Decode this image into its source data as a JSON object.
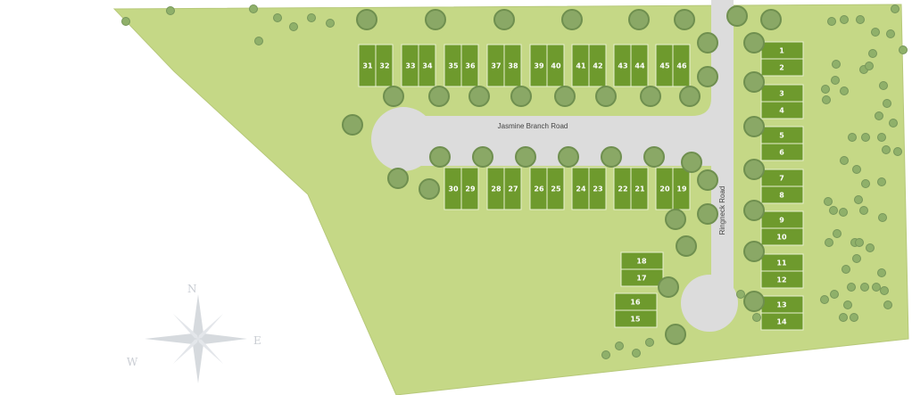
{
  "map": {
    "roads": [
      {
        "name": "Jasmine Branch Road"
      },
      {
        "name": "Ringneck Road"
      }
    ],
    "compass": {
      "n": "N",
      "e": "E",
      "w": "W"
    },
    "lots": [
      {
        "id": "lot-31",
        "label": "31"
      },
      {
        "id": "lot-32",
        "label": "32"
      },
      {
        "id": "lot-33",
        "label": "33"
      },
      {
        "id": "lot-34",
        "label": "34"
      },
      {
        "id": "lot-35",
        "label": "35"
      },
      {
        "id": "lot-36",
        "label": "36"
      },
      {
        "id": "lot-37",
        "label": "37"
      },
      {
        "id": "lot-38",
        "label": "38"
      },
      {
        "id": "lot-39",
        "label": "39"
      },
      {
        "id": "lot-40",
        "label": "40"
      },
      {
        "id": "lot-41",
        "label": "41"
      },
      {
        "id": "lot-42",
        "label": "42"
      },
      {
        "id": "lot-43",
        "label": "43"
      },
      {
        "id": "lot-44",
        "label": "44"
      },
      {
        "id": "lot-45",
        "label": "45"
      },
      {
        "id": "lot-46",
        "label": "46"
      },
      {
        "id": "lot-30",
        "label": "30"
      },
      {
        "id": "lot-29",
        "label": "29"
      },
      {
        "id": "lot-28",
        "label": "28"
      },
      {
        "id": "lot-27",
        "label": "27"
      },
      {
        "id": "lot-26",
        "label": "26"
      },
      {
        "id": "lot-25",
        "label": "25"
      },
      {
        "id": "lot-24",
        "label": "24"
      },
      {
        "id": "lot-23",
        "label": "23"
      },
      {
        "id": "lot-22",
        "label": "22"
      },
      {
        "id": "lot-21",
        "label": "21"
      },
      {
        "id": "lot-20",
        "label": "20"
      },
      {
        "id": "lot-19",
        "label": "19"
      },
      {
        "id": "lot-18",
        "label": "18"
      },
      {
        "id": "lot-17",
        "label": "17"
      },
      {
        "id": "lot-16",
        "label": "16"
      },
      {
        "id": "lot-15",
        "label": "15"
      },
      {
        "id": "lot-1",
        "label": "1"
      },
      {
        "id": "lot-2",
        "label": "2"
      },
      {
        "id": "lot-3",
        "label": "3"
      },
      {
        "id": "lot-4",
        "label": "4"
      },
      {
        "id": "lot-5",
        "label": "5"
      },
      {
        "id": "lot-6",
        "label": "6"
      },
      {
        "id": "lot-7",
        "label": "7"
      },
      {
        "id": "lot-8",
        "label": "8"
      },
      {
        "id": "lot-9",
        "label": "9"
      },
      {
        "id": "lot-10",
        "label": "10"
      },
      {
        "id": "lot-11",
        "label": "11"
      },
      {
        "id": "lot-12",
        "label": "12"
      },
      {
        "id": "lot-13",
        "label": "13"
      },
      {
        "id": "lot-14",
        "label": "14"
      }
    ]
  }
}
